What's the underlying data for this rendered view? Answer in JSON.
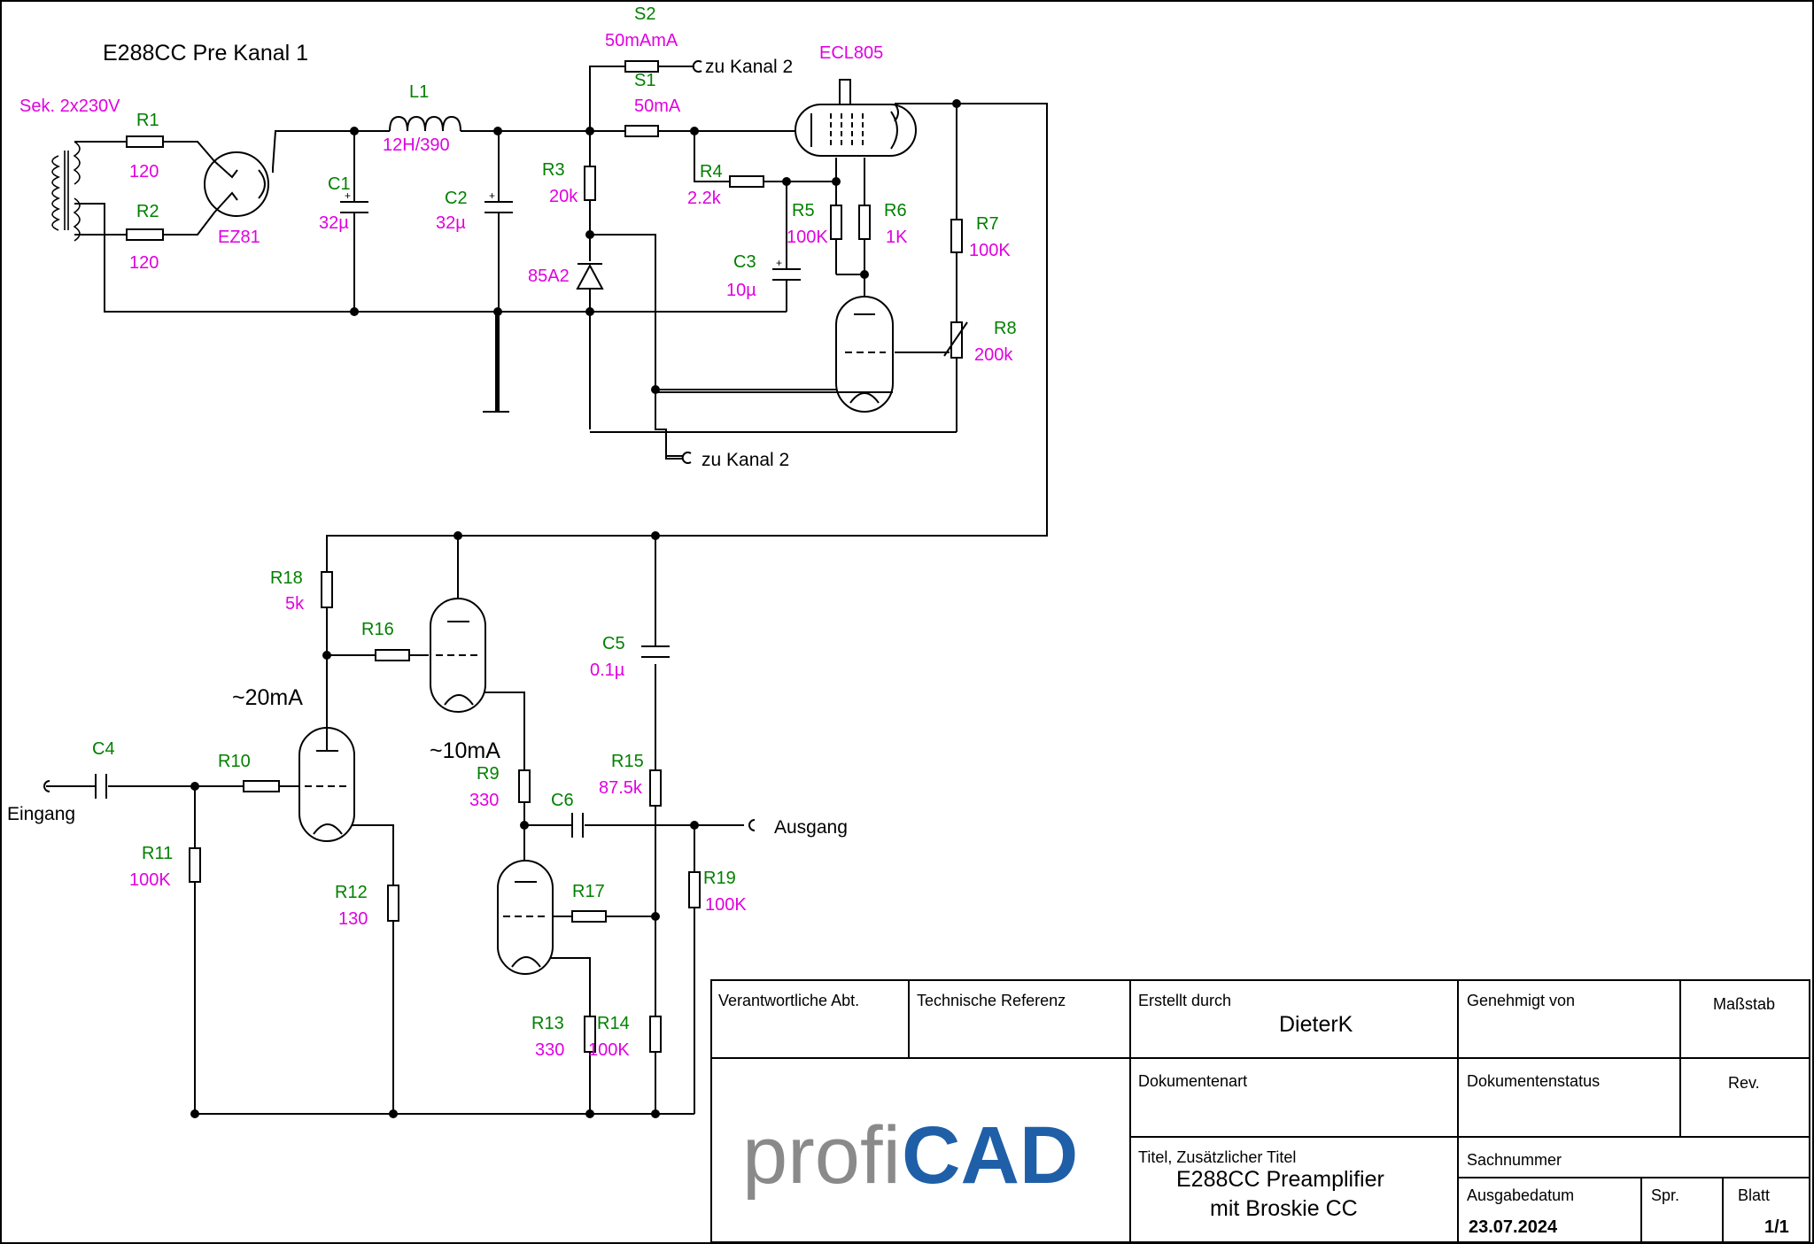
{
  "schematic": {
    "title": "E288CC Pre Kanal 1",
    "transformer_label": "Sek. 2x230V",
    "rectifier": "EZ81",
    "labels": {
      "zu_kanal_2": "zu Kanal 2",
      "eingang": "Eingang",
      "ausgang": "Ausgang",
      "i20": "~20mA",
      "i10": "~10mA"
    },
    "components": [
      {
        "ref": "R1",
        "value": "120"
      },
      {
        "ref": "R2",
        "value": "120"
      },
      {
        "ref": "C1",
        "value": "32µ"
      },
      {
        "ref": "L1",
        "value": "12H/390"
      },
      {
        "ref": "C2",
        "value": "32µ"
      },
      {
        "ref": "S2",
        "value": "50mAmA"
      },
      {
        "ref": "S1",
        "value": "50mA"
      },
      {
        "ref": "R3",
        "value": "20k"
      },
      {
        "ref": "85A2",
        "value": ""
      },
      {
        "ref": "R4",
        "value": "2.2k"
      },
      {
        "ref": "ECL805",
        "value": ""
      },
      {
        "ref": "R5",
        "value": "100K"
      },
      {
        "ref": "R6",
        "value": "1K"
      },
      {
        "ref": "C3",
        "value": "10µ"
      },
      {
        "ref": "R7",
        "value": "100K"
      },
      {
        "ref": "R8",
        "value": "200k"
      },
      {
        "ref": "R18",
        "value": "5k"
      },
      {
        "ref": "R16",
        "value": ""
      },
      {
        "ref": "C5",
        "value": "0.1µ"
      },
      {
        "ref": "C4",
        "value": ""
      },
      {
        "ref": "R10",
        "value": ""
      },
      {
        "ref": "R11",
        "value": "100K"
      },
      {
        "ref": "R12",
        "value": "130"
      },
      {
        "ref": "R9",
        "value": "330"
      },
      {
        "ref": "C6",
        "value": ""
      },
      {
        "ref": "R15",
        "value": "87.5k"
      },
      {
        "ref": "R19",
        "value": "100K"
      },
      {
        "ref": "R17",
        "value": ""
      },
      {
        "ref": "R13",
        "value": "330"
      },
      {
        "ref": "R14",
        "value": "100K"
      }
    ]
  },
  "title_block": {
    "verantwortliche_abt": "Verantwortliche Abt.",
    "technische_referenz": "Technische Referenz",
    "erstellt_durch": "Erstellt durch",
    "author": "DieterK",
    "genehmigt_von": "Genehmigt von",
    "massstab": "Maßstab",
    "dokumentenart": "Dokumentenart",
    "dokumentenstatus": "Dokumentenstatus",
    "rev": "Rev.",
    "logo": "profiCAD",
    "titel_label": "Titel, Zusätzlicher Titel",
    "titel_line1": "E288CC Preamplifier",
    "titel_line2": "mit Broskie CC",
    "sachnummer": "Sachnummer",
    "ausgabedatum_label": "Ausgabedatum",
    "ausgabedatum": "23.07.2024",
    "spr": "Spr.",
    "blatt_label": "Blatt",
    "blatt": "1/1"
  },
  "colors": {
    "reference": "#008000",
    "value": "#e000e0",
    "logo_gray": "#8a8a8a",
    "logo_blue": "#1f5fa8"
  }
}
